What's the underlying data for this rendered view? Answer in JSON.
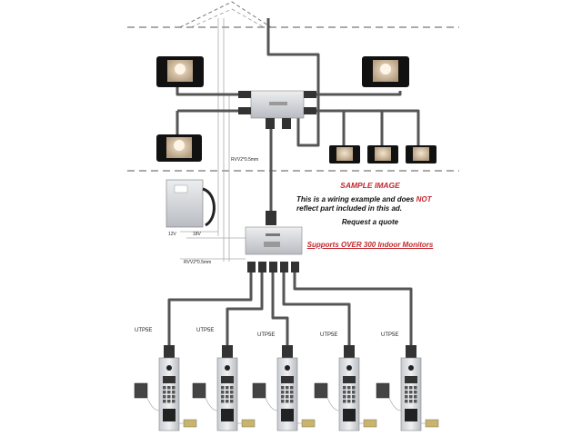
{
  "notes": {
    "sample_title": "SAMPLE IMAGE",
    "disclaimer_pre": "This is a wiring example and does ",
    "disclaimer_not": "NOT",
    "disclaimer_post": "reflect part included in this ad.",
    "request": "Request a quote",
    "supports": "Supports OVER 300 Indoor Monitors"
  },
  "cable_labels": {
    "rvv_upper": "RVV2*0.5mm",
    "rvv_lower": "RVV2*0.5mm",
    "utp": "UTP5E"
  },
  "power_supply": {
    "label_12v": "12V",
    "label_18v": "18V"
  },
  "colors": {
    "cable": "#555555",
    "accent_red": "#c0272d",
    "box_fill": "#d8d8dc"
  }
}
